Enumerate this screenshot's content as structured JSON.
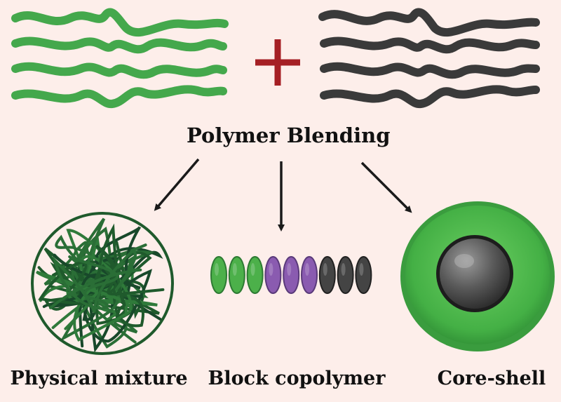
{
  "title": "Polymer Blending",
  "labels": {
    "physical": "Physical mixture",
    "block": "Block copolymer",
    "core": "Core-shell"
  },
  "colors": {
    "background": "#fdeeea",
    "green": "#3fa64a",
    "dark_green": "#1f5a2c",
    "purple": "#8a5bb0",
    "gray": "#3a3a3a",
    "plus": "#a51f24"
  },
  "block_segments": [
    "green",
    "green",
    "green",
    "purple",
    "purple",
    "purple",
    "gray",
    "gray",
    "gray"
  ]
}
